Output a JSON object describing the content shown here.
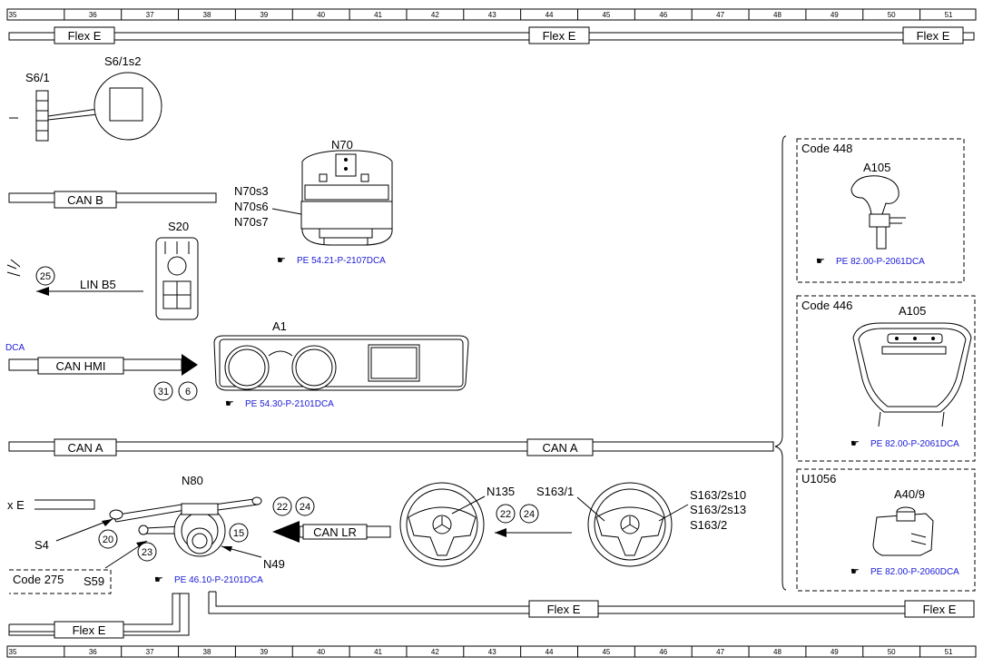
{
  "grid": {
    "columns": [
      "35",
      "36",
      "37",
      "38",
      "39",
      "40",
      "41",
      "42",
      "43",
      "44",
      "45",
      "46",
      "47",
      "48",
      "49",
      "50",
      "51"
    ]
  },
  "buses": {
    "flex_e": "Flex E",
    "can_b": "CAN B",
    "lin_b5": "LIN B5",
    "can_hmi": "CAN HMI",
    "can_a": "CAN A",
    "can_lr": "CAN LR",
    "flex_e_partial": "x E"
  },
  "components": {
    "s6_1": "S6/1",
    "s6_1s2": "S6/1s2",
    "n70": "N70",
    "n70s3": "N70s3",
    "n70s6": "N70s6",
    "n70s7": "N70s7",
    "s20": "S20",
    "a1": "A1",
    "n80": "N80",
    "s4": "S4",
    "s59": "S59",
    "n49": "N49",
    "n135": "N135",
    "s163_1": "S163/1",
    "s163_2s10": "S163/2s10",
    "s163_2s13": "S163/2s13",
    "s163_2": "S163/2",
    "a105_top": "A105",
    "a105_mid": "A105",
    "a40_9": "A40/9"
  },
  "codes": {
    "code_448": "Code 448",
    "code_446": "Code 446",
    "u1056": "U1056",
    "code_275": "Code 275"
  },
  "references": {
    "n70_ref": "PE 54.21-P-2107DCA",
    "a1_ref": "PE 54.30-P-2101DCA",
    "n80_ref": "PE 46.10-P-2101DCA",
    "a105_top_ref": "PE 82.00-P-2061DCA",
    "a105_mid_ref": "PE 82.00-P-2061DCA",
    "a40_ref": "PE 82.00-P-2060DCA",
    "left_partial_ref": "DCA"
  },
  "callouts": {
    "c25": "25",
    "c31": "31",
    "c6": "6",
    "c22a": "22",
    "c24a": "24",
    "c15": "15",
    "c20": "20",
    "c23": "23",
    "c22b": "22",
    "c24b": "24"
  },
  "colors": {
    "line": "#000000",
    "link": "#1a1ad6",
    "background": "#ffffff"
  }
}
